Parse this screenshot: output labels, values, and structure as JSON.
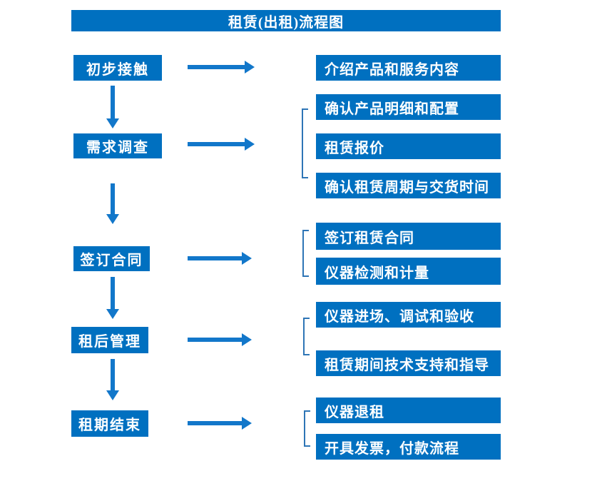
{
  "title": "租赁(出租)流程图",
  "colors": {
    "primary_blue": "#0070C0",
    "arrow_blue": "#1277CA",
    "bracket_blue": "#2E75B6",
    "text_white": "#FFFFFF",
    "background": "#FFFFFF"
  },
  "flow": {
    "steps": [
      "初步接触",
      "需求调查",
      "签订合同",
      "租后管理",
      "租期结束"
    ],
    "details": [
      "介绍产品和服务内容",
      "确认产品明细和配置",
      "租赁报价",
      "确认租赁周期与交货时间",
      "签订租赁合同",
      "仪器检测和计量",
      "仪器进场、调试和验收",
      "租赁期间技术支持和指导",
      "仪器退租",
      "开具发票，付款流程"
    ]
  }
}
